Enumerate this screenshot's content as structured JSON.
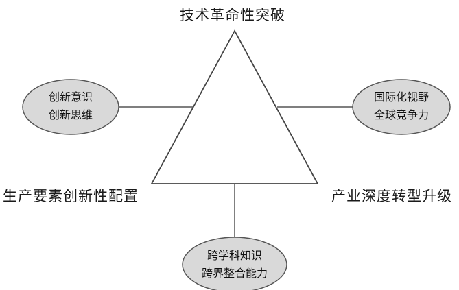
{
  "diagram": {
    "top_label": "技术革命性突破",
    "left_label": "生产要素创新性配置",
    "right_label": "产业深度转型升级",
    "ellipses": {
      "left": {
        "line1": "创新意识",
        "line2": "创新思维"
      },
      "right": {
        "line1": "国际化视野",
        "line2": "全球竞争力"
      },
      "bottom": {
        "line1": "跨学科知识",
        "line2": "跨界整合能力"
      }
    }
  },
  "colors": {
    "ellipse_fill": "#d9d9d9",
    "stroke": "#444444"
  }
}
